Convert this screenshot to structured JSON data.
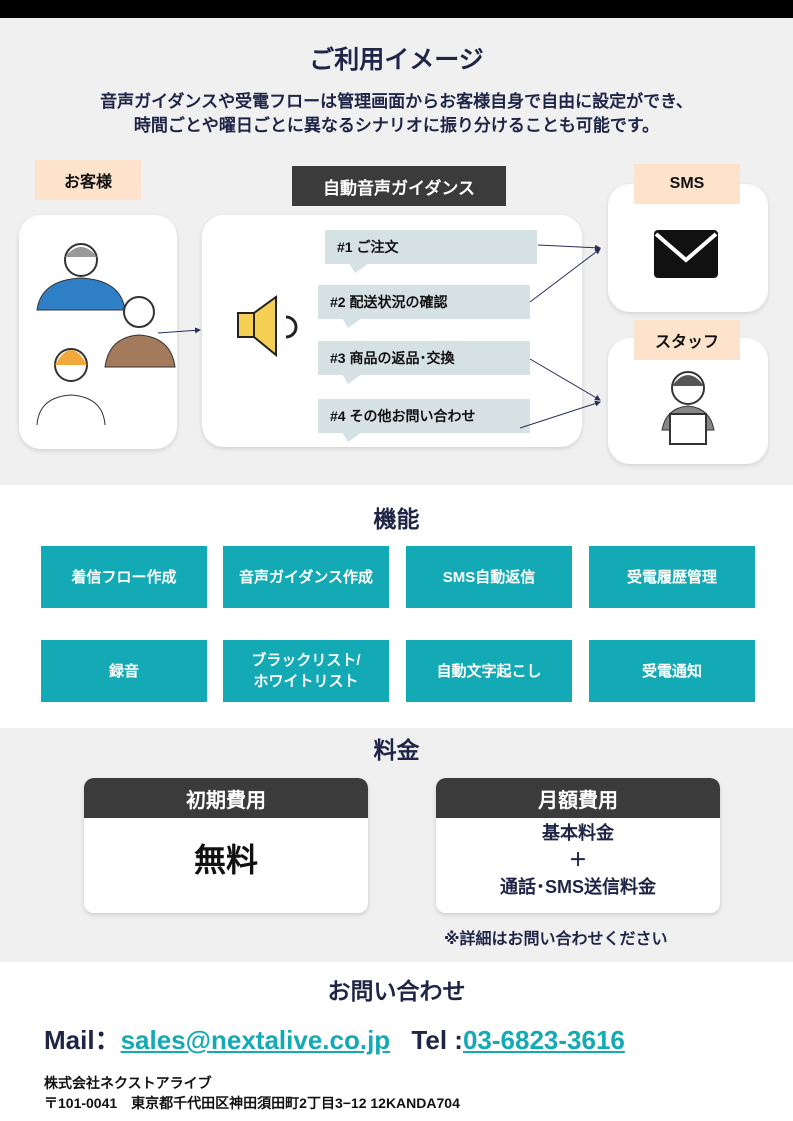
{
  "usage": {
    "title": "ご利用イメージ",
    "lead_line1": "音声ガイダンスや受電フローは管理画面からお客様自身で自由に設定ができ、",
    "lead_line2": "時間ごとや曜日ごとに異なるシナリオに振り分けることも可能です。",
    "customer_label": "お客様",
    "guidance_label": "自動音声ガイダンス",
    "sms_label": "SMS",
    "staff_label": "スタッフ",
    "options": [
      "#1  ご注文",
      "#2  配送状況の確認",
      "#3  商品の返品･交換",
      "#4  その他お問い合わせ"
    ]
  },
  "features": {
    "title": "機能",
    "items": [
      "着信フロー作成",
      "音声ガイダンス作成",
      "SMS自動返信",
      "受電履歴管理",
      "録音",
      "ブラックリスト/\nホワイトリスト",
      "自動文字起こし",
      "受電通知"
    ]
  },
  "pricing": {
    "title": "料金",
    "initial": {
      "header": "初期費用",
      "value": "無料"
    },
    "monthly": {
      "header": "月額費用",
      "line1": "基本料金",
      "plus": "＋",
      "line2": "通話･SMS送信料金"
    },
    "note": "※詳細はお問い合わせください"
  },
  "contact": {
    "title": "お問い合わせ",
    "mail_label": "Mail：",
    "mail": "sales@nextalive.co.jp",
    "tel_label": "Tel :",
    "tel": "03-6823-3616",
    "company": "株式会社ネクストアライブ",
    "address": "〒101-0041　東京都千代田区神田須田町2丁目3−12 12KANDA704"
  },
  "colors": {
    "accent": "#14aab5",
    "navy": "#1f2547",
    "tag": "#fde3cc",
    "dark": "#3b3b3b"
  }
}
